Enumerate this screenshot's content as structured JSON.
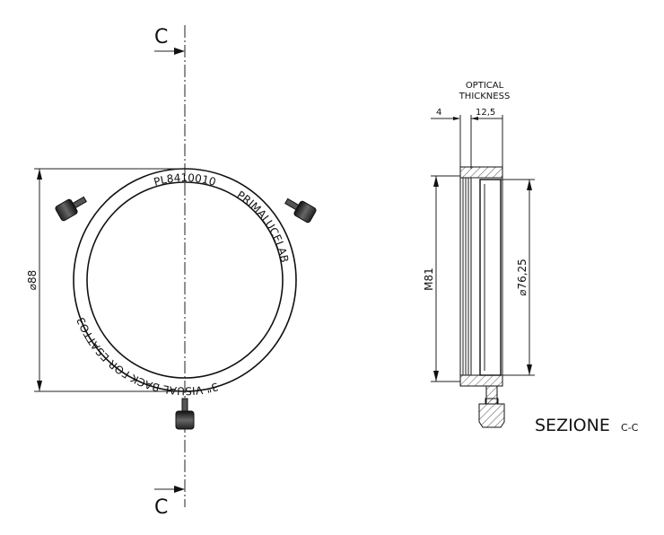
{
  "front_view": {
    "section_label_top": "C",
    "section_label_bottom": "C",
    "diameter_dim": "⌀88",
    "ring_text_top": "PL8410010",
    "ring_text_right": "PRIMALUCELAB",
    "ring_text_bottom": "3\" VISUAL BACK FOR ESATTO3"
  },
  "section_view": {
    "optical_thickness_label_1": "OPTICAL",
    "optical_thickness_label_2": "THICKNESS",
    "dim_left": "4",
    "dim_right": "12,5",
    "thread_dim": "M81",
    "inner_diameter_dim": "⌀76,25",
    "title": "SEZIONE",
    "title_suffix": "C-C"
  }
}
